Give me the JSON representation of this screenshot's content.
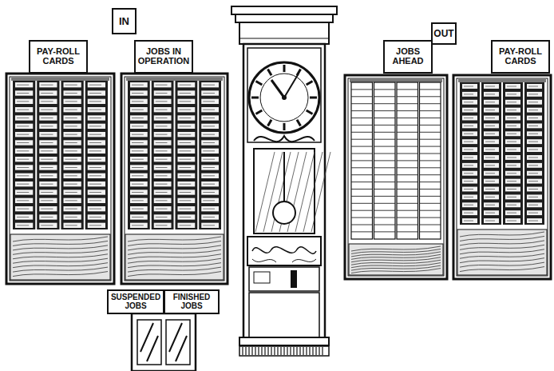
{
  "diagram": {
    "nodes": [
      {
        "text": [
          "IN"
        ]
      },
      {
        "text": [
          "OUT"
        ]
      },
      {
        "text": [
          "PAY-ROLL CARDS"
        ]
      },
      {
        "text": [
          "JOBS IN OPERATION"
        ]
      },
      {
        "text": [
          "JOBS AHEAD"
        ]
      },
      {
        "text": [
          "PAY-ROLL CARDS"
        ]
      },
      {
        "text": [
          "SUSPENDED JOBS"
        ]
      },
      {
        "text": [
          "FINISHED JOBS"
        ]
      }
    ]
  }
}
